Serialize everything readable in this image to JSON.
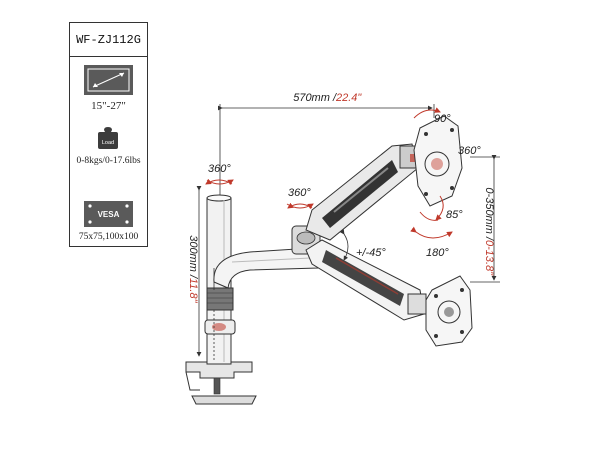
{
  "spec_panel": {
    "model": "WF-ZJ112G",
    "screen_size": "15\"-27\"",
    "load_badge": "Load",
    "load_range": "0-8kgs/0-17.6lbs",
    "vesa_badge": "VESA",
    "vesa_range": "75x75,100x100"
  },
  "dimensions": {
    "arm_reach": "570mm / ",
    "arm_reach_in": "22.4\"",
    "pole_height": "300mm / ",
    "pole_height_in": "11.8\"",
    "lift_range": "0-350mm / ",
    "lift_range_in": "0-13.8\""
  },
  "rotations": {
    "pole": "360°",
    "arm": "360°",
    "head_swivel": "360°",
    "top_tilt": "90°",
    "side_tilt": "85°",
    "pan": "180°",
    "arm_angle": "+/-45°"
  },
  "colors": {
    "accent_red": "#c0392b",
    "line": "#333333",
    "icon_gray": "#5a5a5a"
  }
}
